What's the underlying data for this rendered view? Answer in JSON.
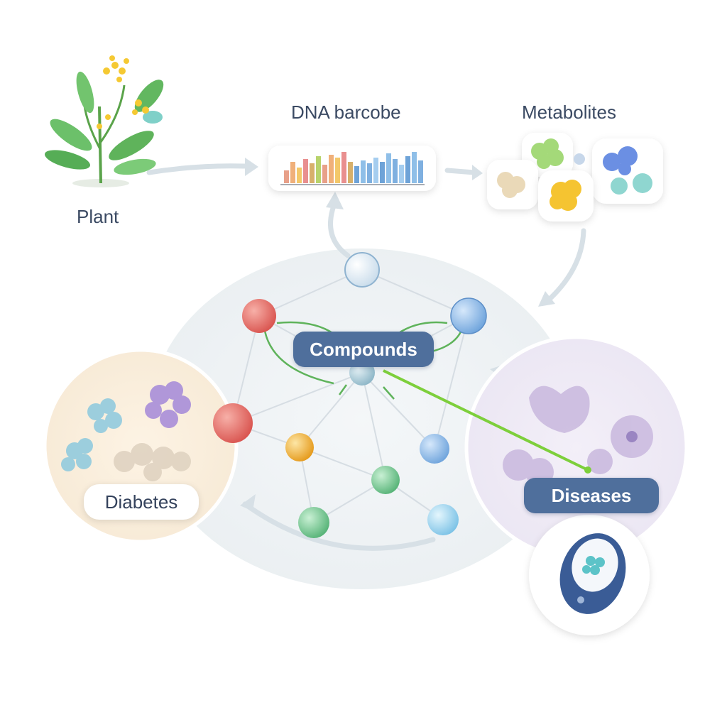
{
  "labels": {
    "plant": "Plant",
    "dna_barcode": "DNA barcobe",
    "metabolites": "Metabolites",
    "compounds": "Compounds",
    "diabetes": "Diabetes",
    "diseases": "Diseases"
  },
  "barcode_bars": [
    18,
    30,
    22,
    34,
    28,
    38,
    26,
    40,
    36,
    44,
    30,
    24,
    32,
    28,
    36,
    30,
    42,
    34,
    26,
    38,
    44,
    32
  ],
  "colors": {
    "accent": "#4f6f9c",
    "text": "#3b4a63",
    "node_red": "#e06b6b",
    "node_blue": "#8bb8e8",
    "node_green": "#7fcf9a",
    "node_orange": "#f2b84b",
    "link_green": "#7dcf3b"
  },
  "icons": [
    "plant-icon",
    "barcode-chart-icon",
    "metabolite-molecules-icon",
    "glucose-meter-icon"
  ]
}
